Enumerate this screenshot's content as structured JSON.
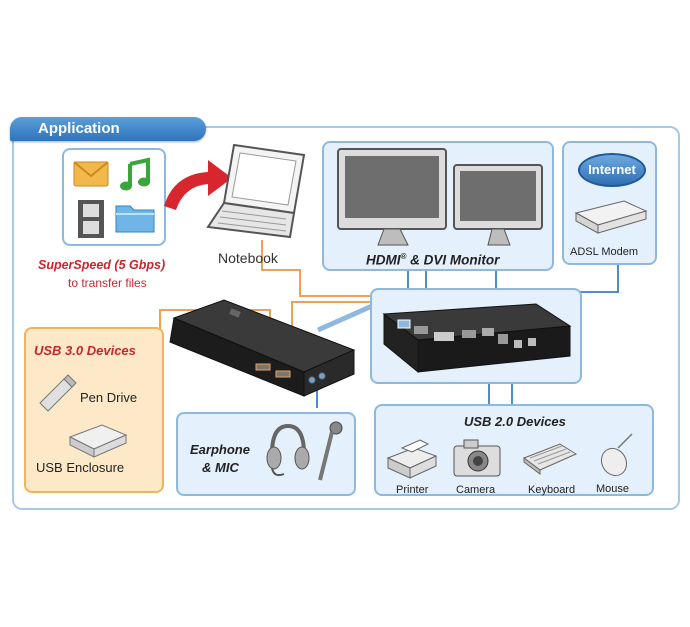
{
  "title": "Application",
  "superspeed": {
    "line1": "SuperSpeed (5 Gbps)",
    "line2": "to transfer files"
  },
  "notebook_label": "Notebook",
  "monitor_panel_label": "HDMI",
  "monitor_panel_sup": "®",
  "monitor_panel_rest": " & DVI Monitor",
  "internet_label": "Internet",
  "modem_label": "ADSL Modem",
  "usb3": {
    "title": "USB 3.0 Devices",
    "pen_drive": "Pen Drive",
    "enclosure": "USB Enclosure"
  },
  "audio": {
    "line1": "Earphone",
    "line2": "& MIC"
  },
  "usb2": {
    "title": "USB 2.0 Devices",
    "printer": "Printer",
    "camera": "Camera",
    "keyboard": "Keyboard",
    "mouse": "Mouse"
  },
  "colors": {
    "frame": "#a9c8e6",
    "tab": "#2f74bd",
    "orange_cable": "#f0a050",
    "red_arrow": "#d7262e",
    "usb3_accent": "#c6262e"
  }
}
